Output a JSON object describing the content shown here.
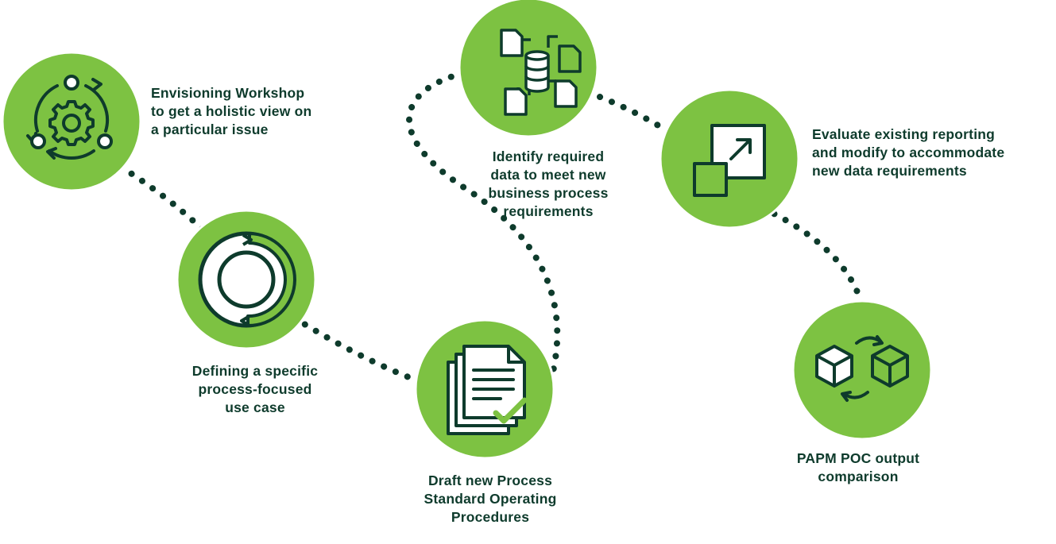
{
  "colors": {
    "circle_fill": "#7dc242",
    "icon_dark": "#0e3b2c",
    "icon_white": "#ffffff",
    "dots": "#0e3b2c",
    "text": "#0e3b2c"
  },
  "steps": [
    {
      "label": "Envisioning Workshop\nto get a holistic view on\na particular issue",
      "icon": "cycle-gear-icon"
    },
    {
      "label": "Defining a specific\nprocess-focused\nuse case",
      "icon": "circular-arrows-icon"
    },
    {
      "label": "Draft new Process\nStandard Operating\nProcedures",
      "icon": "document-check-icon"
    },
    {
      "label": "Identify required\ndata to meet new\nbusiness process\nrequirements",
      "icon": "database-documents-icon"
    },
    {
      "label": "Evaluate existing reporting\nand modify to accommodate\nnew data requirements",
      "icon": "scale-up-squares-icon"
    },
    {
      "label": "PAPM POC output\ncomparison",
      "icon": "boxes-exchange-icon"
    }
  ]
}
